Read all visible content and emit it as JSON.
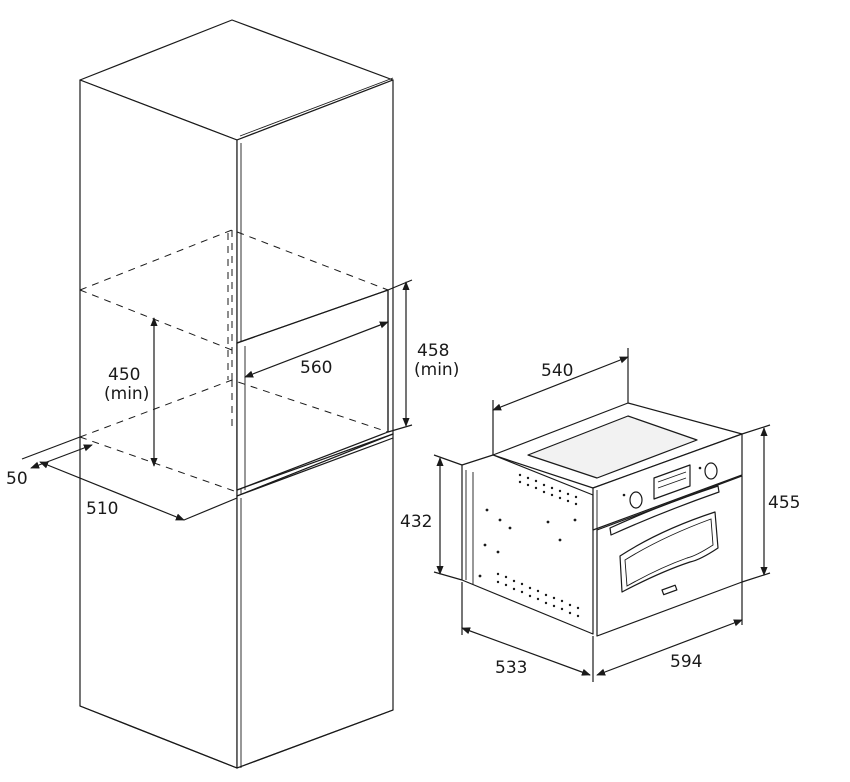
{
  "dimensions": {
    "niche_depth_opening": "50",
    "cabinet_depth": "510",
    "niche_width": "560",
    "niche_height_left": {
      "value": "450",
      "qualifier": "(min)"
    },
    "niche_height_right": {
      "value": "458",
      "qualifier": "(min)"
    },
    "oven_depth_top": "540",
    "oven_body_height": "432",
    "oven_front_height": "455",
    "oven_body_depth": "533",
    "oven_front_width": "594"
  },
  "colors": {
    "line": "#1a1a1a",
    "background": "#ffffff"
  }
}
